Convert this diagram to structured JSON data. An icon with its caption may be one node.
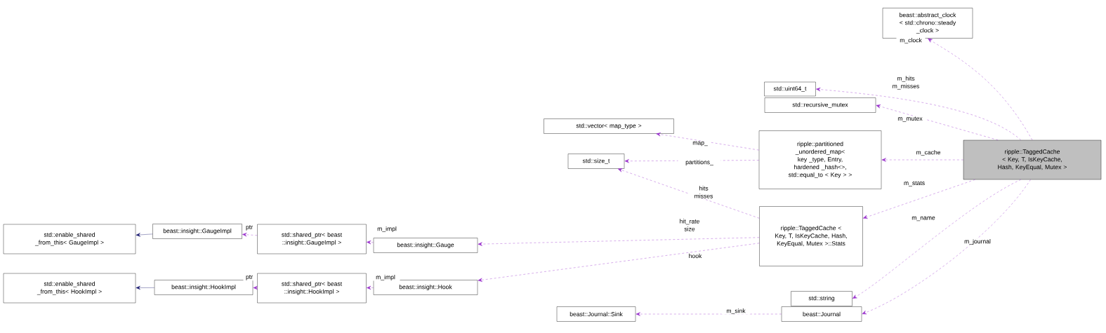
{
  "diagram": {
    "nodes": [
      {
        "text": [
          "beast::abstract_clock < std::chrono::steady _clock >"
        ]
      },
      {
        "text": [
          "std::uint64_t"
        ]
      },
      {
        "text": [
          "std::recursive_mutex"
        ]
      },
      {
        "text": [
          "std::vector< map_type >"
        ]
      },
      {
        "text": [
          "ripple::partitioned _unordered_map< key _type, Entry, hardened _hash<>, std::equal_to < Key > >"
        ]
      },
      {
        "text": [
          "ripple::TaggedCache < Key, T, IsKeyCache, Hash, KeyEqual, Mutex >"
        ]
      },
      {
        "text": [
          "std::size_t"
        ]
      },
      {
        "text": [
          "std::enable_shared _from_this< GaugeImpl >"
        ]
      },
      {
        "text": [
          "beast::insight::GaugeImpl"
        ]
      },
      {
        "text": [
          "std::shared_ptr< beast ::insight::GaugeImpl >"
        ]
      },
      {
        "text": [
          "beast::insight::Gauge"
        ]
      },
      {
        "text": [
          "ripple::TaggedCache < Key, T, IsKeyCache, Hash, KeyEqual, Mutex >::Stats"
        ]
      },
      {
        "text": [
          "std::enable_shared _from_this< HookImpl >"
        ]
      },
      {
        "text": [
          "beast::insight::HookImpl"
        ]
      },
      {
        "text": [
          "std::shared_ptr< beast ::insight::HookImpl >"
        ]
      },
      {
        "text": [
          "beast::insight::Hook"
        ]
      },
      {
        "text": [
          "std::string"
        ]
      },
      {
        "text": [
          "beast::Journal::Sink"
        ]
      },
      {
        "text": [
          "beast::Journal"
        ]
      }
    ],
    "edges": [
      {
        "from": 5,
        "to": 0,
        "arrow": "to",
        "label": "m_clock",
        "style": "dashed"
      },
      {
        "from": 5,
        "to": 1,
        "arrow": "to",
        "label": "m_hits m_misses",
        "style": "dashed"
      },
      {
        "from": 5,
        "to": 2,
        "arrow": "to",
        "label": "m_mutex",
        "style": "dashed"
      },
      {
        "from": 5,
        "to": 4,
        "arrow": "to",
        "label": "m_cache",
        "style": "dashed"
      },
      {
        "from": 5,
        "to": 11,
        "arrow": "to",
        "label": "m_stats",
        "style": "dashed"
      },
      {
        "from": 5,
        "to": 16,
        "arrow": "to",
        "label": "m_name",
        "style": "dashed"
      },
      {
        "from": 5,
        "to": 18,
        "arrow": "to",
        "label": "m_journal",
        "style": "dashed"
      },
      {
        "from": 4,
        "to": 3,
        "arrow": "to",
        "label": "map_",
        "style": "dashed"
      },
      {
        "from": 4,
        "to": 6,
        "arrow": "to",
        "label": "partitions_",
        "style": "dashed"
      },
      {
        "from": 11,
        "to": 6,
        "arrow": "to",
        "label": "hits misses",
        "style": "dashed"
      },
      {
        "from": 11,
        "to": 10,
        "arrow": "to",
        "label": "hit_rate size",
        "style": "dashed"
      },
      {
        "from": 11,
        "to": 15,
        "arrow": "to",
        "label": "hook",
        "style": "dashed"
      },
      {
        "from": 10,
        "to": 9,
        "arrow": "to",
        "label": "m_impl",
        "style": "dashed"
      },
      {
        "from": 15,
        "to": 14,
        "arrow": "to",
        "label": "m_impl",
        "style": "dashed"
      },
      {
        "from": 9,
        "to": 8,
        "arrow": "to",
        "label": "ptr",
        "style": "dashed"
      },
      {
        "from": 14,
        "to": 13,
        "arrow": "to",
        "label": "ptr",
        "style": "dashed"
      },
      {
        "from": 8,
        "to": 7,
        "arrow": "to",
        "color": "#191970"
      },
      {
        "from": 13,
        "to": 12,
        "arrow": "to",
        "color": "#191970"
      },
      {
        "from": 18,
        "to": 17,
        "arrow": "to",
        "label": "m_sink",
        "style": "dashed"
      }
    ]
  }
}
